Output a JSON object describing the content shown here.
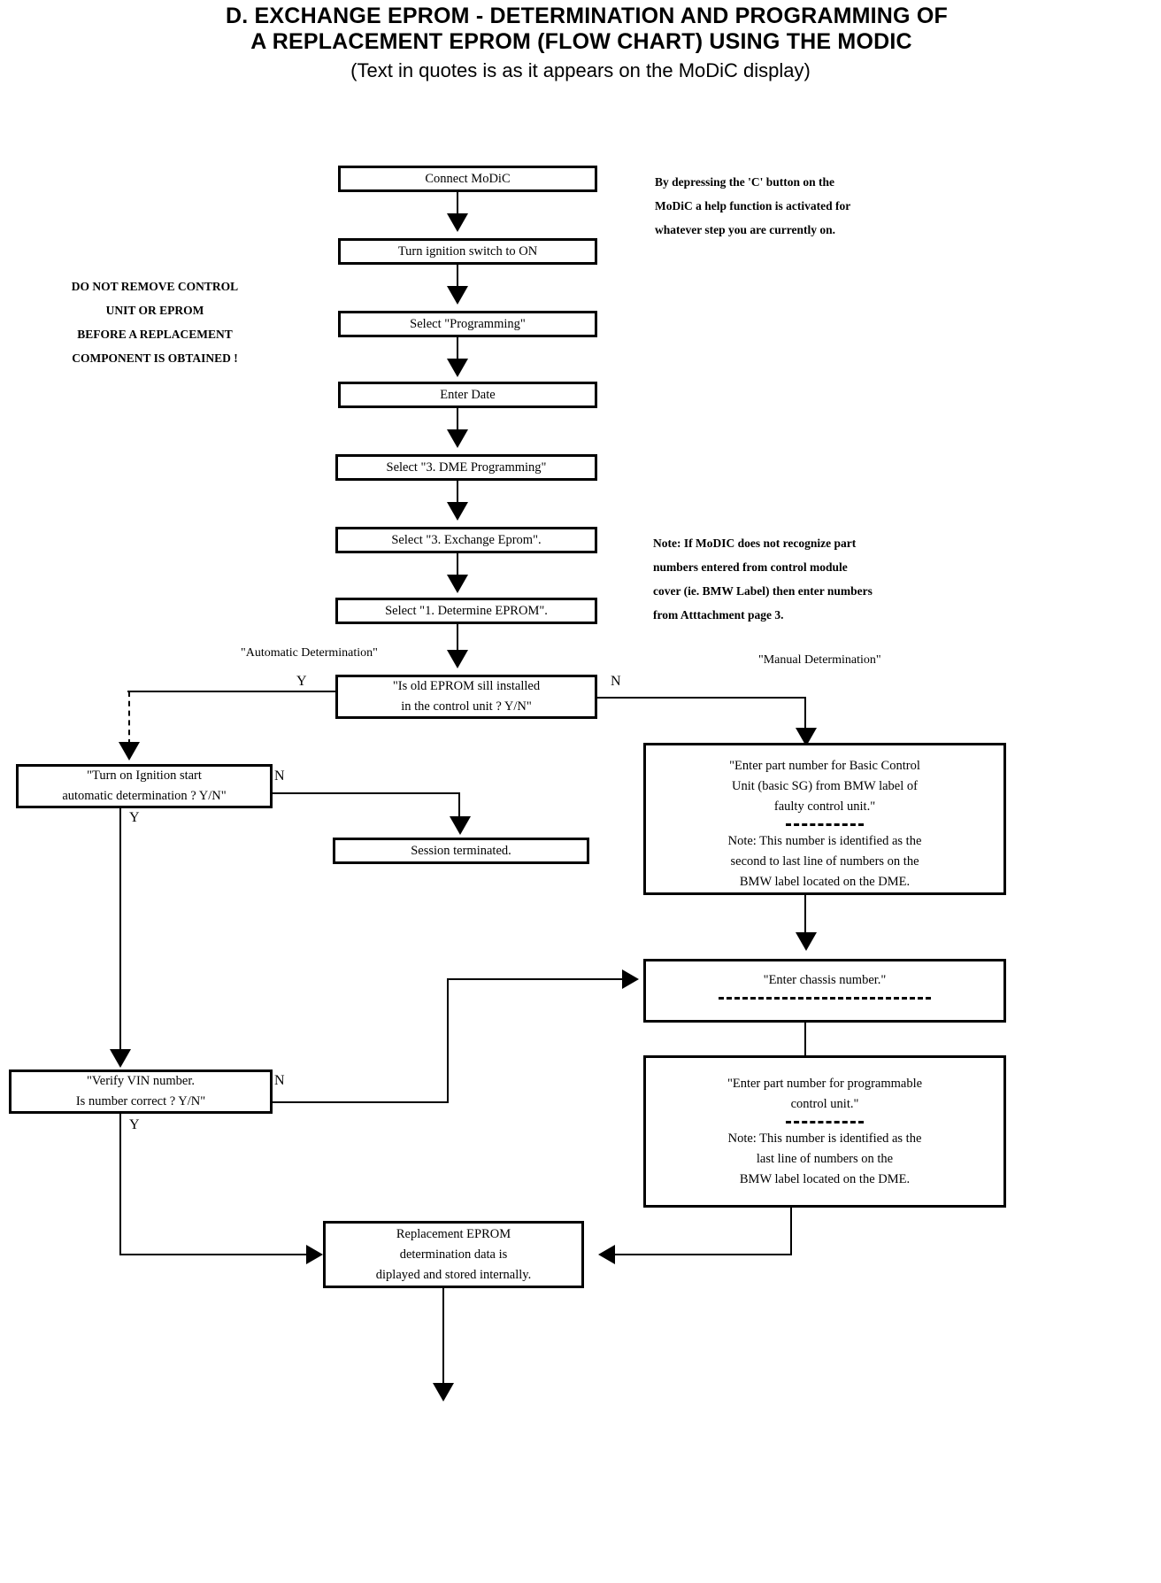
{
  "title": {
    "line1": "D.  EXCHANGE EPROM - DETERMINATION AND PROGRAMMING OF",
    "line2": "A REPLACEMENT EPROM (FLOW CHART) USING THE MODIC",
    "subtitle": "(Text in quotes is as it appears on the MoDiC display)"
  },
  "warning_note": {
    "line1": "DO NOT REMOVE CONTROL",
    "line2": "UNIT OR EPROM",
    "line3": "BEFORE A REPLACEMENT",
    "line4": "COMPONENT IS OBTAINED !"
  },
  "help_note": {
    "line1": "By depressing the 'C' button on the",
    "line2": "MoDiC  a help function is activated for",
    "line3": "whatever step you are currently on."
  },
  "part_number_note": {
    "line1": "Note: If MoDIC does not recognize part",
    "line2": "numbers entered from control module",
    "line3": "cover (ie. BMW Label) then enter numbers",
    "line4": "from Atttachment page 3."
  },
  "captions": {
    "automatic": "\"Automatic Determination\"",
    "manual": "\"Manual Determination\""
  },
  "edge_labels": {
    "decision_yes": "Y",
    "decision_no": "N",
    "auto_det_no": "N",
    "auto_det_yes": "Y",
    "vin_no": "N",
    "vin_yes": "Y"
  },
  "nodes": {
    "connect_modic": {
      "lines": [
        "Connect MoDiC"
      ]
    },
    "ignition_on": {
      "lines": [
        "Turn ignition switch to ON"
      ]
    },
    "select_programming": {
      "lines": [
        "Select \"Programming\""
      ]
    },
    "enter_date": {
      "lines": [
        "Enter Date"
      ]
    },
    "dme_programming": {
      "lines": [
        "Select \"3. DME Programming\""
      ]
    },
    "exchange_eprom": {
      "lines": [
        "Select \"3. Exchange Eprom\"."
      ]
    },
    "determine_eprom": {
      "lines": [
        "Select \"1. Determine EPROM\"."
      ]
    },
    "old_eprom_decision": {
      "lines": [
        "\"Is old EPROM sill installed",
        "in the control unit ? Y/N\""
      ]
    },
    "auto_determination": {
      "lines": [
        "\"Turn on Ignition start",
        "automatic determination ? Y/N\""
      ]
    },
    "session_terminated": {
      "lines": [
        "Session terminated."
      ]
    },
    "verify_vin": {
      "lines": [
        "\"Verify VIN number.",
        "Is number correct ? Y/N\""
      ]
    },
    "enter_basic_part_number": {
      "prompt": [
        "\"Enter part number for Basic Control",
        "Unit (basic SG) from BMW label of",
        "faulty control unit.\""
      ],
      "note": [
        "Note: This number is identified as the",
        "second to last line of numbers on the",
        "BMW label located on the DME."
      ]
    },
    "enter_chassis_number": {
      "prompt": [
        "\"Enter chassis number.\""
      ],
      "note": []
    },
    "enter_programmable_part_number": {
      "prompt": [
        "\"Enter part number for programmable",
        "control unit.\""
      ],
      "note": [
        "Note: This number is identified as the",
        "last line of numbers on the",
        "BMW label located on the DME."
      ]
    },
    "replacement_eprom": {
      "lines": [
        "Replacement EPROM",
        "determination data is",
        "diplayed and stored internally."
      ]
    }
  }
}
